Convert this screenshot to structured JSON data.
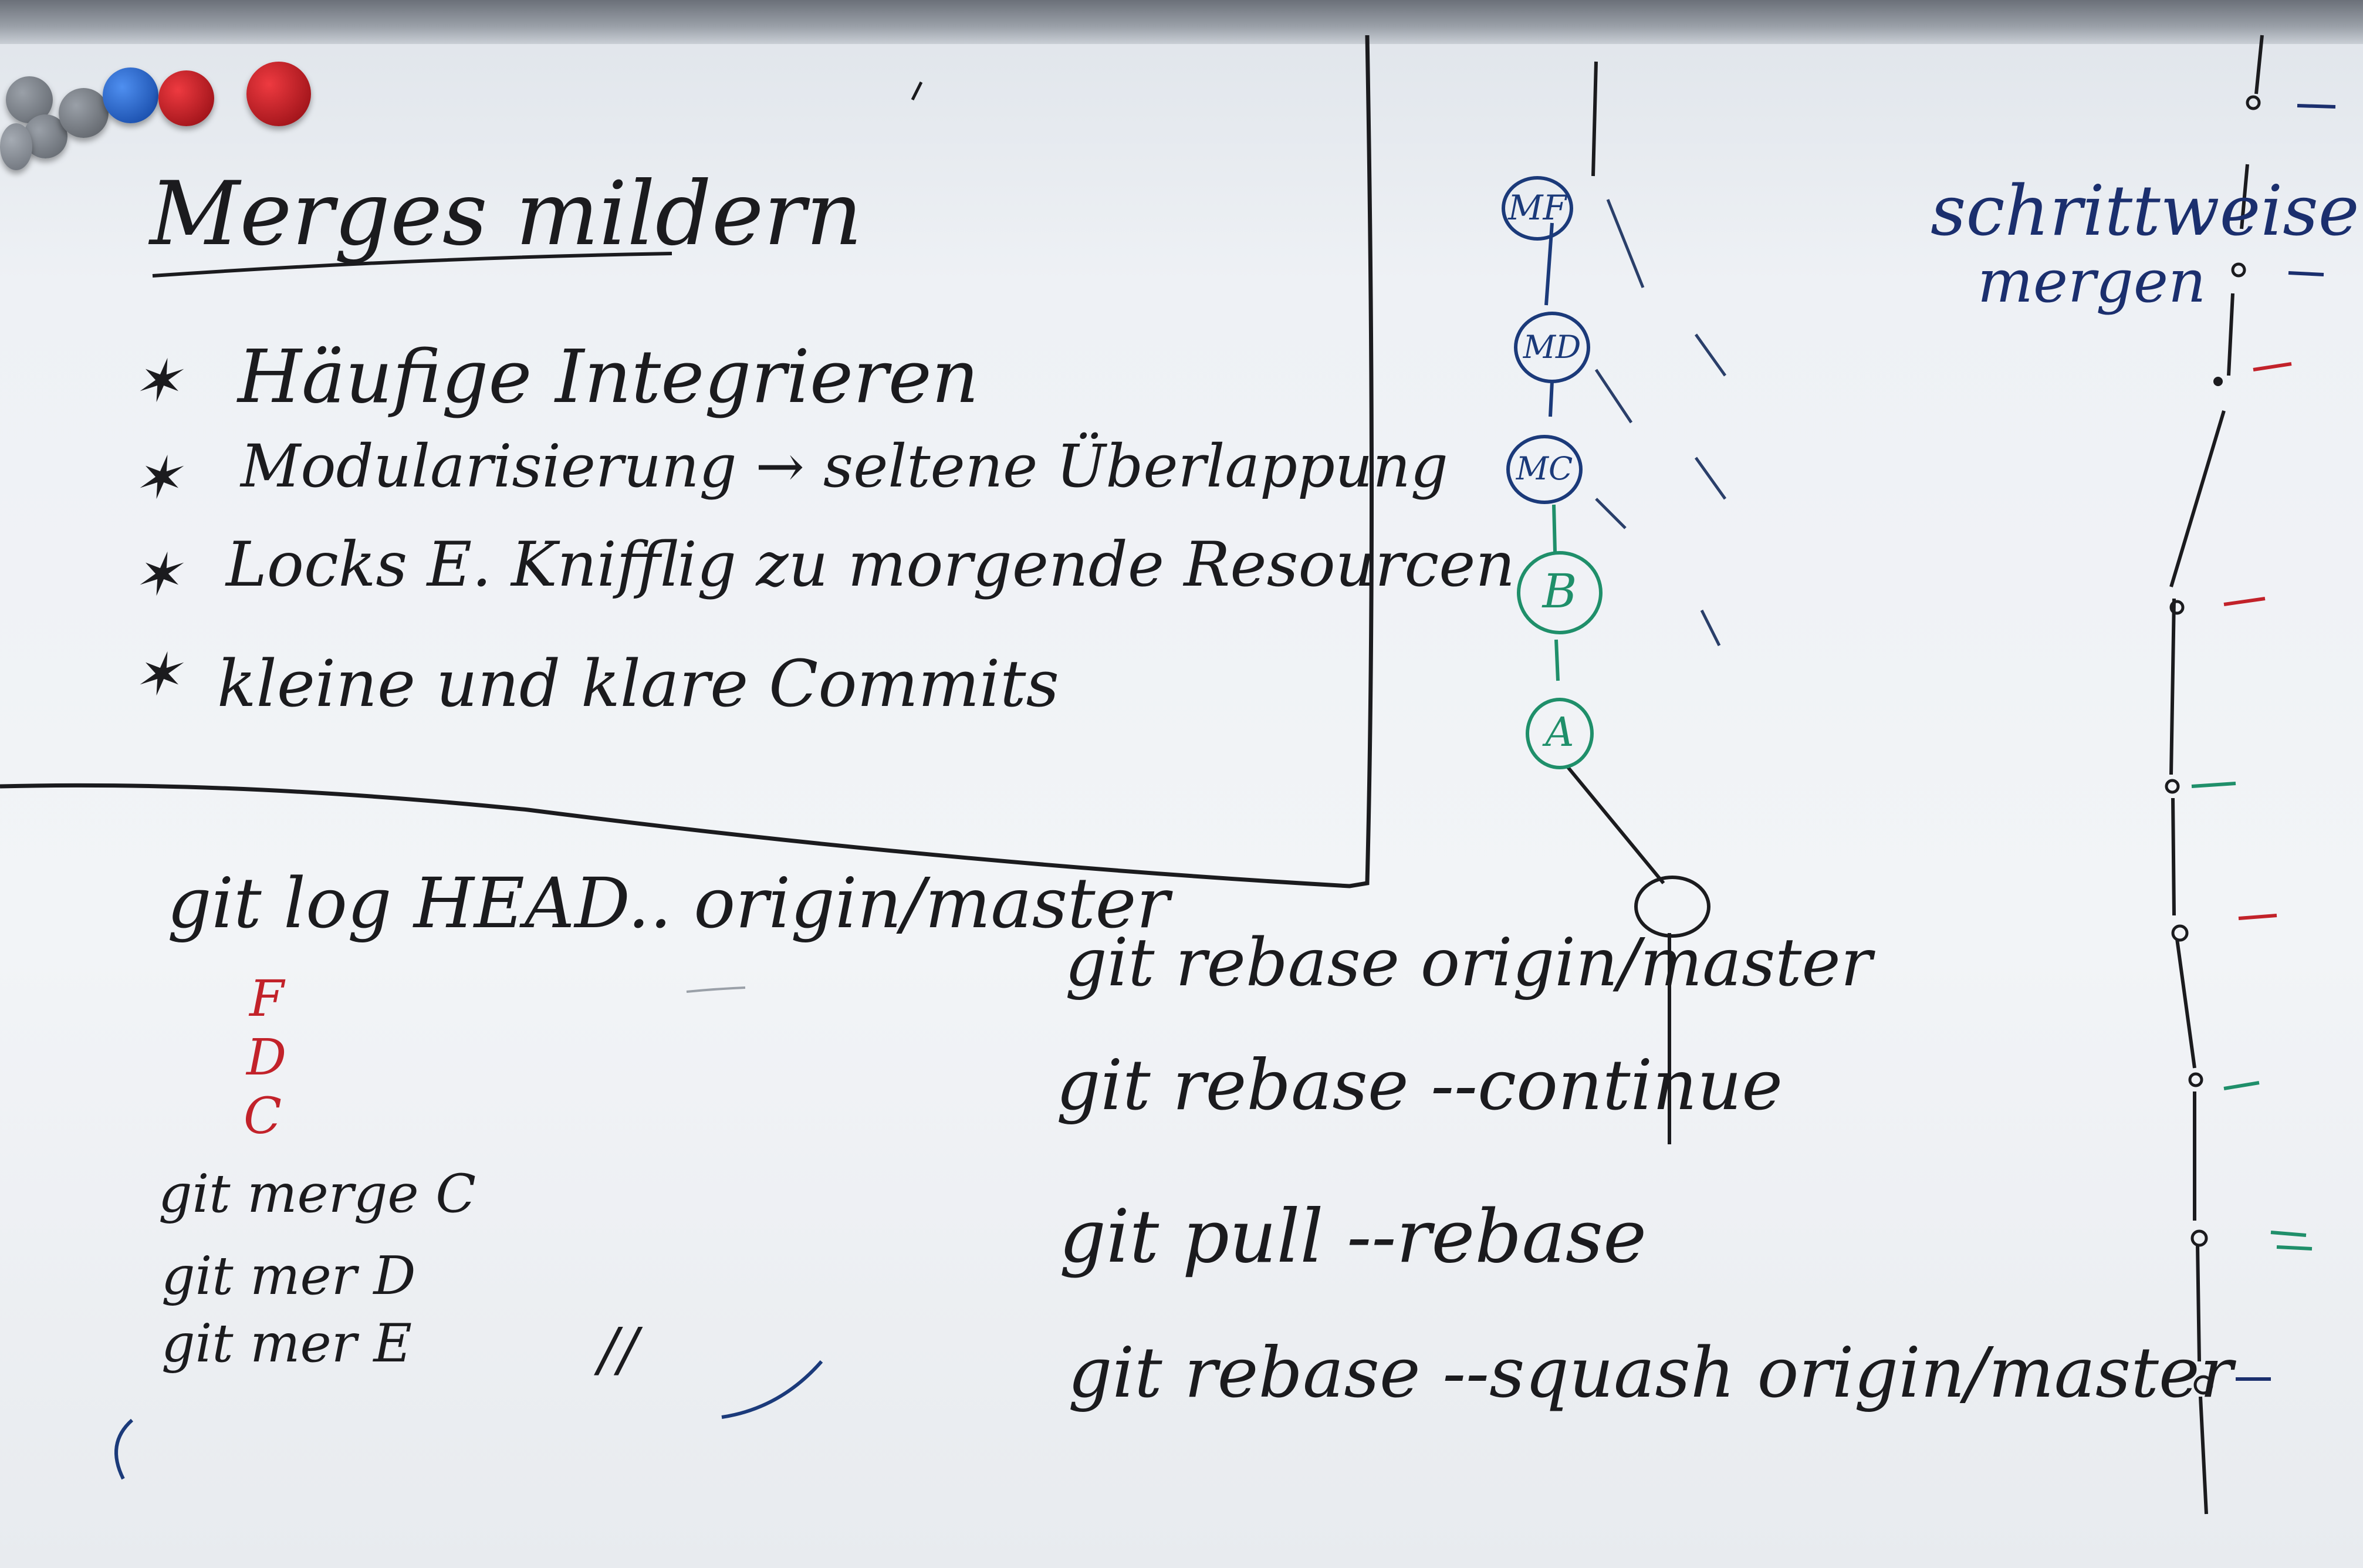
{
  "title": "Merges mildern",
  "bullets": [
    "Häufige Integrieren",
    "Modularisierung → seltene Überlappung",
    "Locks E. Knifflig zu morgende Resourcen",
    "kleine und klare Commits"
  ],
  "bullet_marker": "✶",
  "log_command": "git log HEAD.. origin/master",
  "log_commits": [
    "F",
    "D",
    "C"
  ],
  "merge_commands": [
    "git merge C",
    "git mer D",
    "git mer E"
  ],
  "misc_mark": "//",
  "rebase_commands": [
    "git rebase origin/master",
    "git rebase --continue",
    "git pull --rebase",
    "git rebase --squash origin/master"
  ],
  "graph_nodes": [
    "MF",
    "MD",
    "MC",
    "B",
    "A"
  ],
  "side_note": [
    "schrittweise",
    "mergen"
  ],
  "colors": {
    "ink_black": "#1b1b1e",
    "ink_red": "#c2222a",
    "ink_blue": "#1b2f6e",
    "ink_green": "#1f8f6a",
    "magnet_red": "#c3121a",
    "magnet_blue": "#1f63c8",
    "magnet_grey": "#6c7178"
  }
}
